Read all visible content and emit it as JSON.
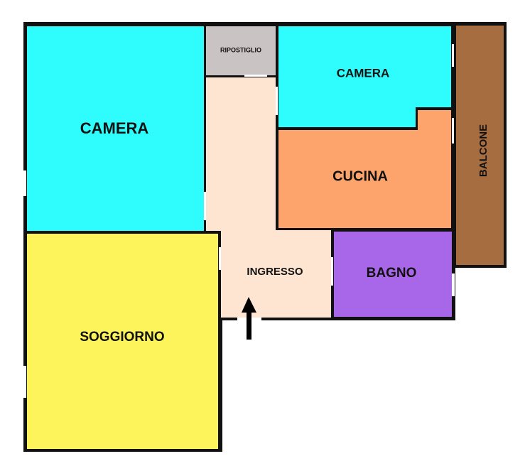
{
  "rooms": {
    "camera_left": {
      "label": "CAMERA",
      "color": "#2ffcfc"
    },
    "ripostiglio": {
      "label": "RIPOSTIGLIO",
      "color": "#c9c3c3"
    },
    "camera_right": {
      "label": "CAMERA",
      "color": "#2ffcfc"
    },
    "cucina": {
      "label": "CUCINA",
      "color": "#fca46c"
    },
    "balcone": {
      "label": "BALCONE",
      "color": "#a66d40"
    },
    "ingresso": {
      "label": "INGRESSO",
      "color": "#fde5d2"
    },
    "bagno": {
      "label": "BAGNO",
      "color": "#a866e8"
    },
    "soggiorno": {
      "label": "SOGGIORNO",
      "color": "#fcf45a"
    }
  },
  "entrance_icon": "arrow-up-icon",
  "wall_color": "#111111"
}
